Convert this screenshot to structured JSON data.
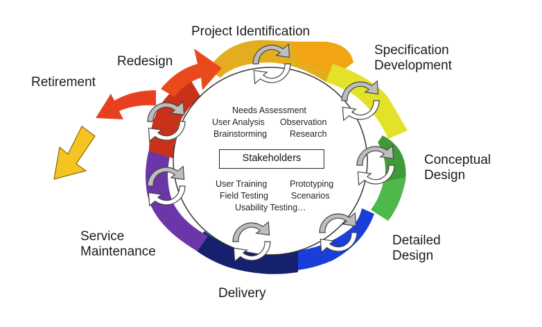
{
  "center": {
    "title": "Stakeholders",
    "top_activities": {
      "line1": "Needs Assessment",
      "line2_left": "User Analysis",
      "line2_right": "Observation",
      "line3_left": "Brainstorming",
      "line3_right": "Research"
    },
    "bottom_activities": {
      "line1_left": "User Training",
      "line1_right": "Prototyping",
      "line2_left": "Field Testing",
      "line2_right": "Scenarios",
      "line3": "Usability Testing…"
    }
  },
  "phases": [
    {
      "id": "project-identification",
      "label": "Project Identification",
      "color": "#e8b020"
    },
    {
      "id": "specification-development",
      "label": "Specification Development",
      "color": "#e6e61e"
    },
    {
      "id": "conceptual-design",
      "label": "Conceptual Design",
      "color": "#3aa83a"
    },
    {
      "id": "detailed-design",
      "label": "Detailed Design",
      "color": "#1a3fd6"
    },
    {
      "id": "delivery",
      "label": "Delivery",
      "color": "#1a2a7a"
    },
    {
      "id": "service-maintenance",
      "label": "Service Maintenance",
      "color": "#6a3aa8"
    },
    {
      "id": "redesign",
      "label": "Redesign",
      "color": "#e0401a"
    },
    {
      "id": "retirement",
      "label": "Retirement",
      "color": "#f5c020"
    }
  ],
  "colors": {
    "ring_outline": "#333333",
    "cycle_icon_fill": "#bdbdbd",
    "retire_orange": "#e8401e",
    "retire_yellow": "#f5c423"
  }
}
